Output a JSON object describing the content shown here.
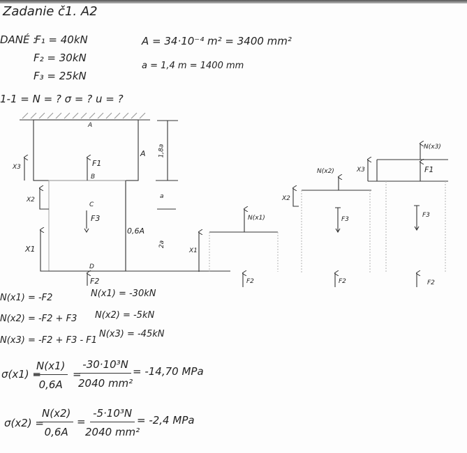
{
  "title": "Zadanie č1. A2",
  "given": {
    "label": "DANÉ :",
    "f1": "F₁ = 40kN",
    "f2": "F₂ = 30kN",
    "f3": "F₃ = 25kN",
    "area": "A = 34·10⁻⁴ m² = 3400 mm²",
    "length": "a = 1,4 m = 1400 mm"
  },
  "unknowns": "1-1 = N = ?   σ = ?   u = ?",
  "diagram": {
    "point_a": "A",
    "point_b": "B",
    "point_c": "C",
    "point_d": "D",
    "area_upper": "A",
    "area_lower": "0,6A",
    "dim_1": "1,8a",
    "dim_2": "a",
    "dim_3": "2a",
    "f1": "F1",
    "f2": "F2",
    "f3": "F3",
    "x1": "X1",
    "x2": "X2",
    "x3": "X3"
  },
  "free_bodies": [
    {
      "n": "N(x1)",
      "x": "X1",
      "forces": [
        "F2"
      ]
    },
    {
      "n": "N(x2)",
      "x": "X2",
      "forces": [
        "F3",
        "F2"
      ]
    },
    {
      "n": "N(x3)",
      "x": "X3",
      "forces": [
        "F1",
        "F3",
        "F2"
      ]
    }
  ],
  "equations": [
    {
      "lhs": "N(x1) = -F2",
      "rhs": "N(x1) = -30kN"
    },
    {
      "lhs": "N(x2) = -F2 + F3",
      "rhs": "N(x2) = -5kN"
    },
    {
      "lhs": "N(x3) = -F2 + F3 - F1",
      "rhs": "N(x3) = -45kN"
    }
  ],
  "stresses": [
    {
      "lhs": "σ(x1) =",
      "num1": "N(x1)",
      "den1": "0,6A",
      "num2": "-30·10³N",
      "den2": "2040 mm²",
      "result": "= -14,70 MPa"
    },
    {
      "lhs": "σ(x2) =",
      "num1": "N(x2)",
      "den1": "0,6A",
      "num2": "-5·10³N",
      "den2": "2040 mm²",
      "result": "= -2,4 MPa"
    }
  ]
}
